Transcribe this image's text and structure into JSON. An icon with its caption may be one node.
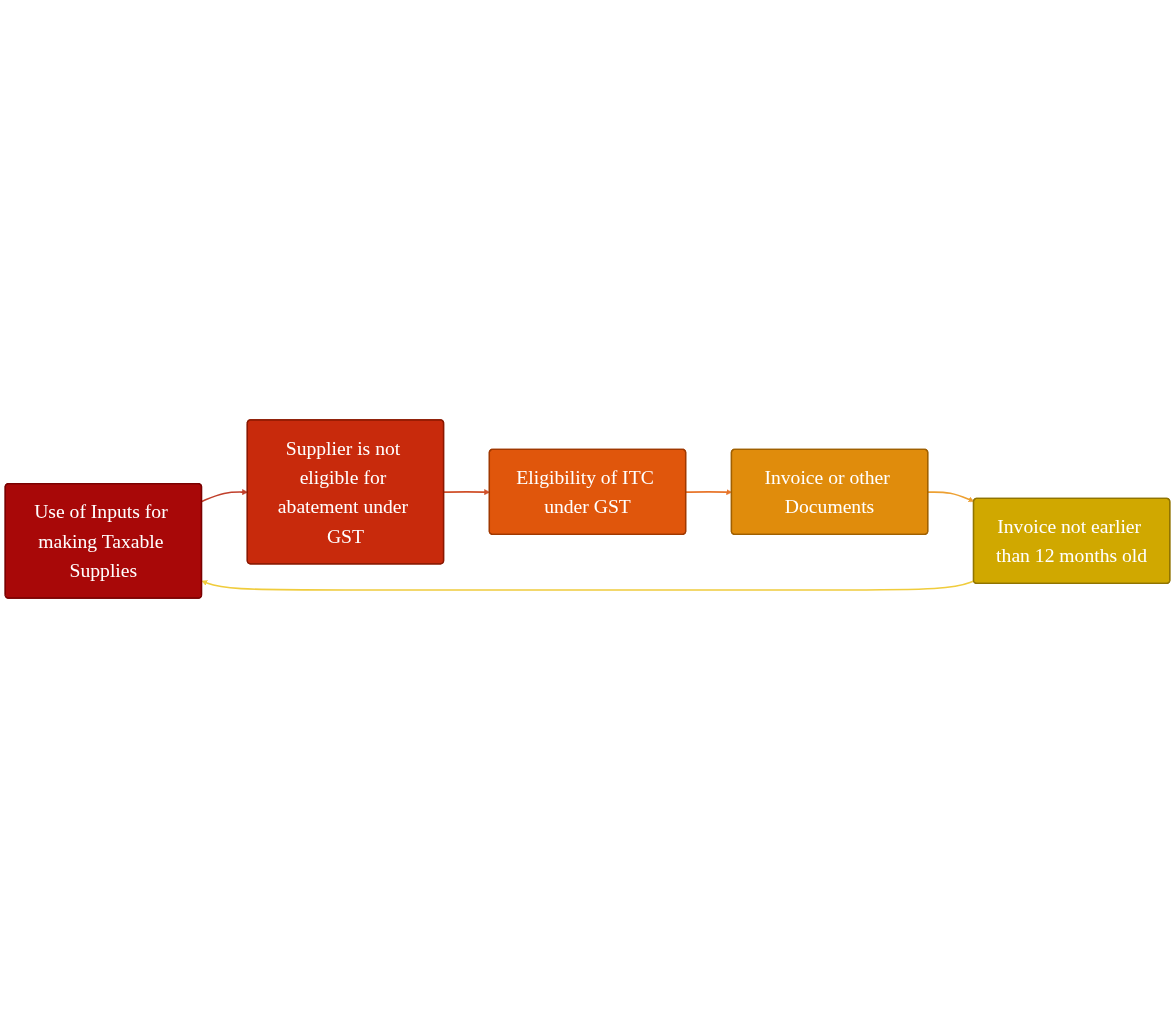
{
  "diagram": {
    "nodes": [
      {
        "text": [
          "Use of Inputs for making Taxable Supplies"
        ]
      },
      {
        "text": [
          "Supplier is not eligible for abatement under GST"
        ]
      },
      {
        "text": [
          "Eligibility of ITC under GST"
        ]
      },
      {
        "text": [
          "Invoice or other Documents"
        ]
      },
      {
        "text": [
          "Invoice not earlier than 12 months old"
        ]
      }
    ],
    "edges": [
      {
        "from": 0,
        "to": 1,
        "arrow": "to",
        "color": "#c0402c"
      },
      {
        "from": 1,
        "to": 2,
        "arrow": "to",
        "color": "#d0502a"
      },
      {
        "from": 2,
        "to": 3,
        "arrow": "to",
        "color": "#e8762c"
      },
      {
        "from": 3,
        "to": 4,
        "arrow": "to",
        "color": "#eda032"
      },
      {
        "from": 4,
        "to": 0,
        "arrow": "to",
        "color": "#f0cc3c"
      }
    ]
  }
}
